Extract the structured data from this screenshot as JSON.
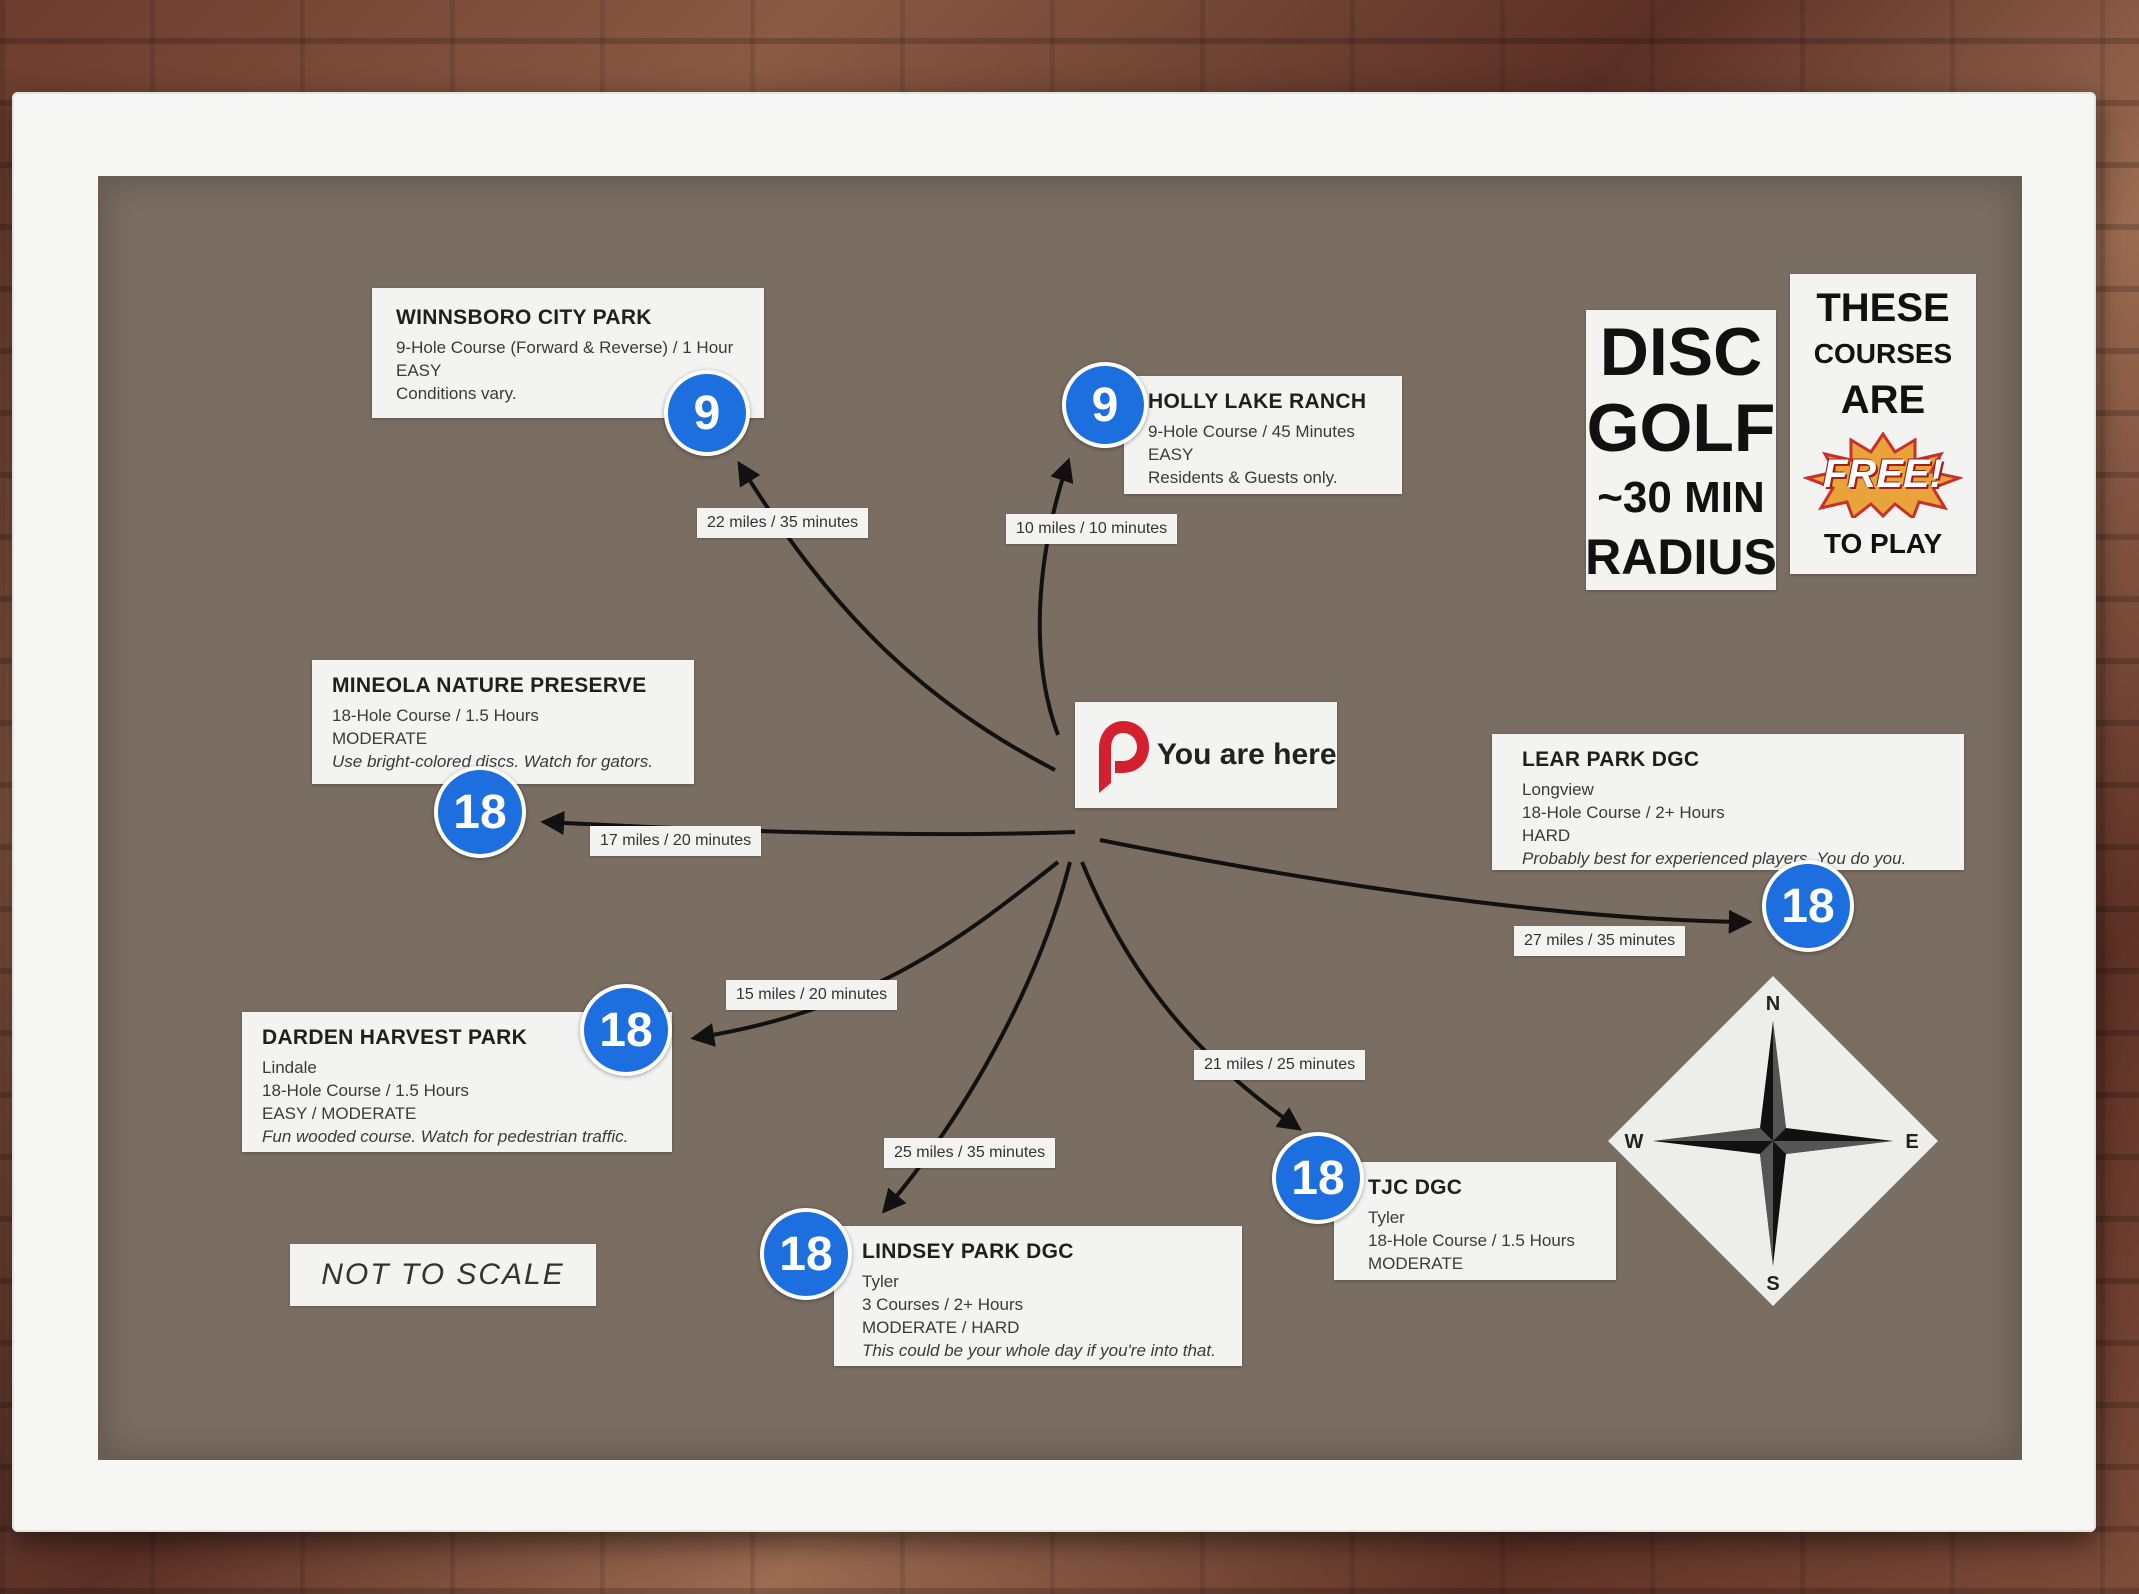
{
  "courses": [
    {
      "id": "winnsboro",
      "name": "WINNSBORO CITY PARK",
      "lines": [
        "9-Hole Course (Forward & Reverse) / 1 Hour",
        "EASY",
        "Conditions vary."
      ],
      "holes": "9",
      "distance": "22 miles / 35 minutes"
    },
    {
      "id": "holly",
      "name": "HOLLY LAKE RANCH",
      "lines": [
        "9-Hole Course / 45 Minutes",
        "EASY",
        "Residents & Guests only."
      ],
      "holes": "9",
      "distance": "10 miles / 10 minutes"
    },
    {
      "id": "mineola",
      "name": "MINEOLA NATURE PRESERVE",
      "lines": [
        "18-Hole Course / 1.5 Hours",
        "MODERATE",
        "Use bright-colored discs. Watch for gators."
      ],
      "holes": "18",
      "distance": "17 miles / 20 minutes"
    },
    {
      "id": "lear",
      "name": "LEAR PARK DGC",
      "lines": [
        "Longview",
        "18-Hole Course / 2+ Hours",
        "HARD",
        "Probably best for experienced players. You do you."
      ],
      "holes": "18",
      "distance": "27 miles / 35 minutes"
    },
    {
      "id": "darden",
      "name": "DARDEN HARVEST PARK",
      "lines": [
        "Lindale",
        "18-Hole Course / 1.5 Hours",
        "EASY / MODERATE",
        "Fun wooded course. Watch for pedestrian traffic."
      ],
      "holes": "18",
      "distance": "15 miles / 20 minutes"
    },
    {
      "id": "lindsey",
      "name": "LINDSEY PARK DGC",
      "lines": [
        "Tyler",
        "3 Courses / 2+ Hours",
        "MODERATE / HARD",
        "This could be your whole day if you're into that."
      ],
      "holes": "18",
      "distance": "25 miles / 35 minutes"
    },
    {
      "id": "tjc",
      "name": "TJC DGC",
      "lines": [
        "Tyler",
        "18-Hole Course / 1.5 Hours",
        "MODERATE"
      ],
      "holes": "18",
      "distance": "21 miles / 25 minutes"
    }
  ],
  "here_label": "You are here",
  "title": {
    "line1": "DISC",
    "line2": "GOLF",
    "line3": "~30 MIN",
    "line4": "RADIUS"
  },
  "free": {
    "line1": "THESE",
    "line2": "COURSES",
    "line3": "ARE",
    "burst": "FREE!",
    "line4": "TO PLAY"
  },
  "scale_note": "NOT TO SCALE",
  "compass": {
    "n": "N",
    "e": "E",
    "s": "S",
    "w": "W"
  },
  "colors": {
    "badge": "#1d6fe0",
    "pin": "#d3202f",
    "board": "#7a6d62",
    "frame": "#f6f6f4"
  }
}
